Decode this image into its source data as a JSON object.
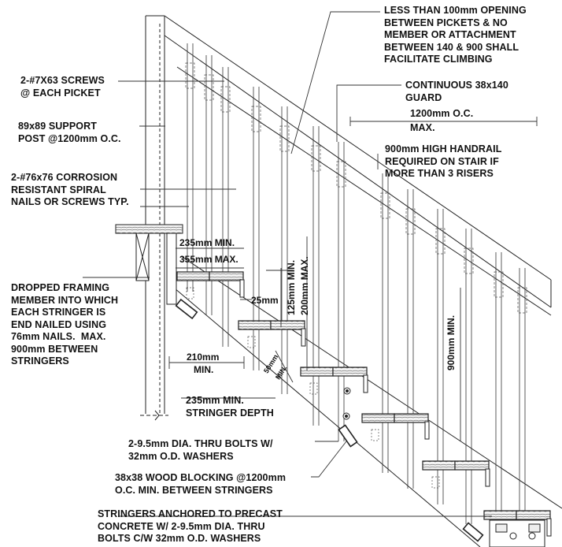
{
  "notes": {
    "opening": "LESS THAN 100mm OPENING\nBETWEEN PICKETS & NO\nMEMBER OR ATTACHMENT\nBETWEEN 140 & 900 SHALL\nFACILITATE CLIMBING",
    "screws": "2-#7X63 SCREWS\n@ EACH PICKET",
    "guard": "CONTINUOUS 38x140\nGUARD",
    "oc": "1200mm O.C.",
    "max": "MAX.",
    "post": "89x89 SUPPORT\nPOST @1200mm O.C.",
    "handrail": "900mm HIGH HANDRAIL\nREQUIRED ON STAIR IF\nMORE THAN 3 RISERS",
    "nails": "2-#76x76 CORROSION\nRESISTANT SPIRAL\nNAILS OR SCREWS TYP.",
    "dropped": "DROPPED FRAMING\nMEMBER INTO WHICH\nEACH STRINGER IS\nEND NAILED USING\n76mm NAILS.  MAX.\n900mm BETWEEN\nSTRINGERS",
    "stringer_depth": "235mm MIN.\nSTRINGER DEPTH",
    "bolts": "2-9.5mm DIA. THRU BOLTS W/\n32mm O.D. WASHERS",
    "blocking": "38x38 WOOD BLOCKING @1200mm\nO.C. MIN. BETWEEN STRINGERS",
    "anchored": "STRINGERS ANCHORED TO PRECAST\nCONCRETE W/ 2-9.5mm DIA. THRU\nBOLTS C/W 32mm O.D. WASHERS"
  },
  "dimensions": {
    "tread_min": "235mm MIN.",
    "tread_max": "355mm MAX.",
    "nosing": "25mm",
    "run": "210mm",
    "run_min": "MIN.",
    "riser_min": "125mm MIN.",
    "riser_max": "200mm MAX.",
    "clearance": "50mm",
    "clearance_min": "MIN.",
    "guard_height": "900mm MIN."
  }
}
